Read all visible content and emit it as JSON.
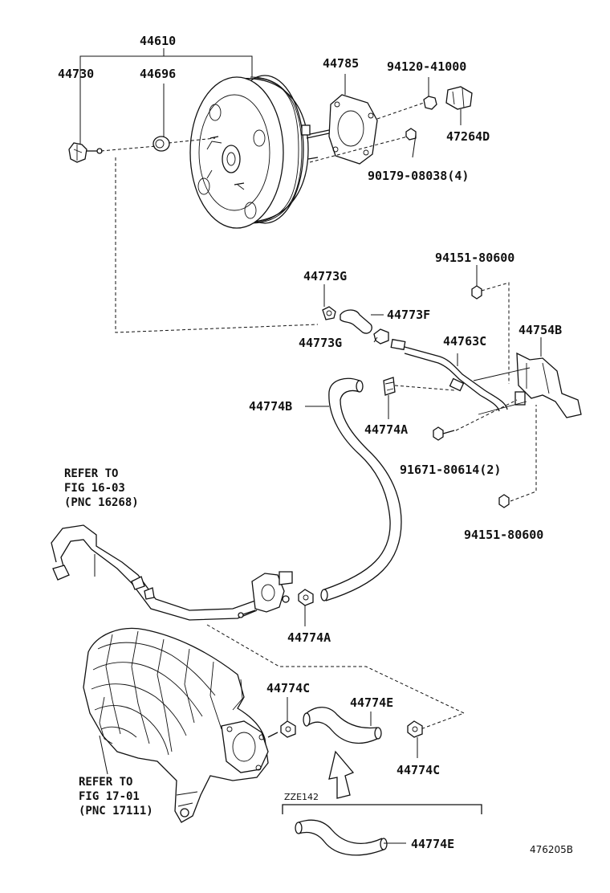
{
  "labels": {
    "booster_assy": "44610",
    "check_valve": "44730",
    "grommet": "44696",
    "gasket": "44785",
    "nut_upper": "94120-41000",
    "bracket_upper": "47264D",
    "nut_4": "90179-08038(4)",
    "nut_a": "94151-80600",
    "clip_g_upper": "44773G",
    "hose_f": "44773F",
    "clip_g_lower": "44773G",
    "tube_c": "44763C",
    "bracket_b": "44754B",
    "hose_b": "44774B",
    "clip_a_upper": "44774A",
    "bolt_2": "91671-80614(2)",
    "nut_b": "94151-80600",
    "clip_a_lower": "44774A",
    "clip_c_left": "44774C",
    "hose_e_upper": "44774E",
    "clip_c_right": "44774C",
    "hose_e_lower": "44774E",
    "model_code": "ZZE142",
    "figure_id": "476205B"
  },
  "refs": {
    "pipe_ref": [
      "REFER TO",
      "FIG 16-03",
      "(PNC 16268)"
    ],
    "manifold_ref": [
      "REFER TO",
      "FIG 17-01",
      "(PNC 17111)"
    ]
  }
}
